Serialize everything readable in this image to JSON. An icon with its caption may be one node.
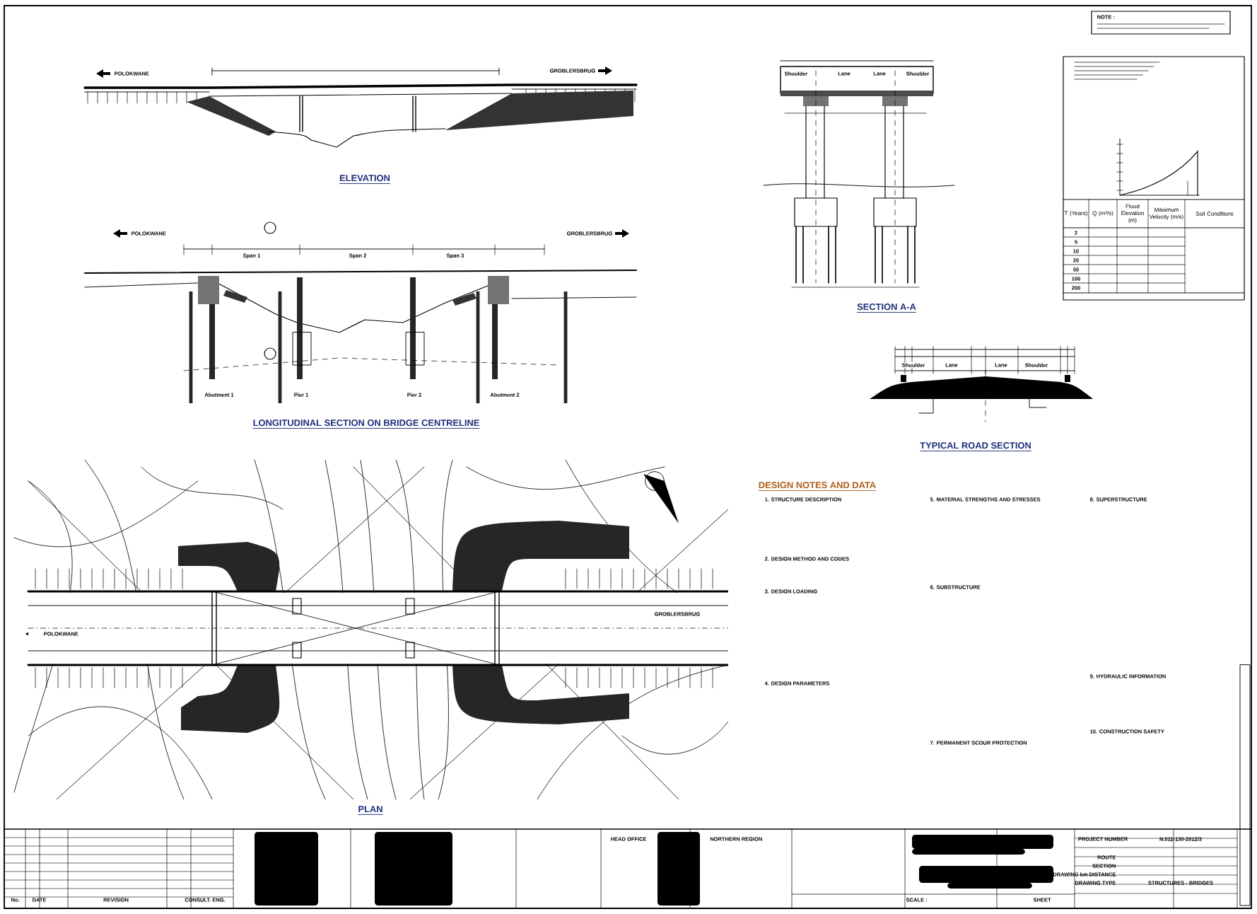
{
  "diagram": {
    "labels": [
      "POLOKWANE",
      "GROBLERSBRUG",
      "ELEVATION",
      "POLOKWANE",
      "GROBLERSBRUG",
      "Span 1",
      "Span 2",
      "Span 3",
      "Abutment 1",
      "Pier 1",
      "Pier 2",
      "Abutment 2",
      "LONGITUDINAL SECTION ON BRIDGE CENTRELINE",
      "NOTE :",
      "Shoulder",
      "Lane",
      "Lane",
      "Shoulder",
      "SECTION A-A",
      "T (Years)",
      "Q (m³/s)",
      "Flood Elevation (m)",
      "Maximum Velocity (m/s)",
      "Soil Conditions",
      "2",
      "5",
      "10",
      "20",
      "50",
      "100",
      "200",
      "Shoulder",
      "Lane",
      "Lane",
      "Shoulder",
      "TYPICAL ROAD SECTION",
      "POLOKWANE",
      "GROBLERSBRUG",
      "PLAN",
      "DESIGN NOTES AND DATA",
      "1. STRUCTURE DESCRIPTION",
      "2. DESIGN METHOD AND CODES",
      "3. DESIGN LOADING",
      "4. DESIGN PARAMETERS",
      "5. MATERIAL STRENGTHS AND STRESSES",
      "6. SUBSTRUCTURE",
      "7. PERMANENT SCOUR PROTECTION",
      "8. SUPERSTRUCTURE",
      "9. HYDRAULIC INFORMATION",
      "10. CONSTRUCTION SAFETY",
      "No.",
      "DATE",
      "REVISION",
      "CONSULT. ENG.",
      "HEAD OFFICE",
      "NORTHERN REGION",
      "PROJECT NUMBER",
      "N.011-130-2012/3",
      "ROUTE",
      "SECTION",
      "DRAWING km DISTANCE",
      "DRAWING TYPE",
      "STRUCTURES - BRIDGES",
      "SCALE :",
      "SHEET"
    ]
  }
}
